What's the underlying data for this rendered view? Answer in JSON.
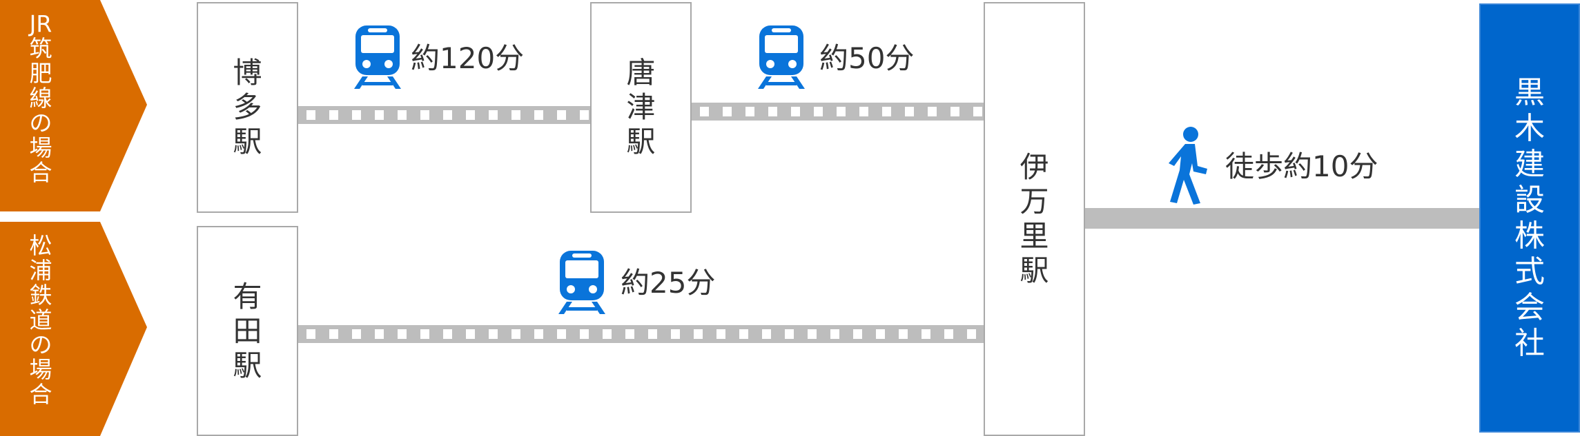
{
  "routes": [
    {
      "tag": [
        "JR",
        "筑",
        "肥",
        "線",
        "の",
        "場",
        "合"
      ]
    },
    {
      "tag": [
        "松",
        "浦",
        "鉄",
        "道",
        "の",
        "場",
        "合"
      ]
    }
  ],
  "stations": {
    "hakata": [
      "博",
      "多",
      "駅"
    ],
    "karatsu": [
      "唐",
      "津",
      "駅"
    ],
    "arita": [
      "有",
      "田",
      "駅"
    ],
    "imari": [
      "伊",
      "万",
      "里",
      "駅"
    ]
  },
  "legs": {
    "hakata_karatsu": "約120分",
    "karatsu_imari": "約50分",
    "arita_imari": "約25分",
    "walk": "徒歩約10分"
  },
  "destination": [
    "黒",
    "木",
    "建",
    "設",
    "株",
    "式",
    "会",
    "社"
  ],
  "icons": {
    "train": "train-icon",
    "walk": "pedestrian-icon"
  },
  "colors": {
    "route_tag": "#d96c00",
    "destination": "#0066cc",
    "icon": "#0a74da",
    "track": "#bdbdbd"
  }
}
